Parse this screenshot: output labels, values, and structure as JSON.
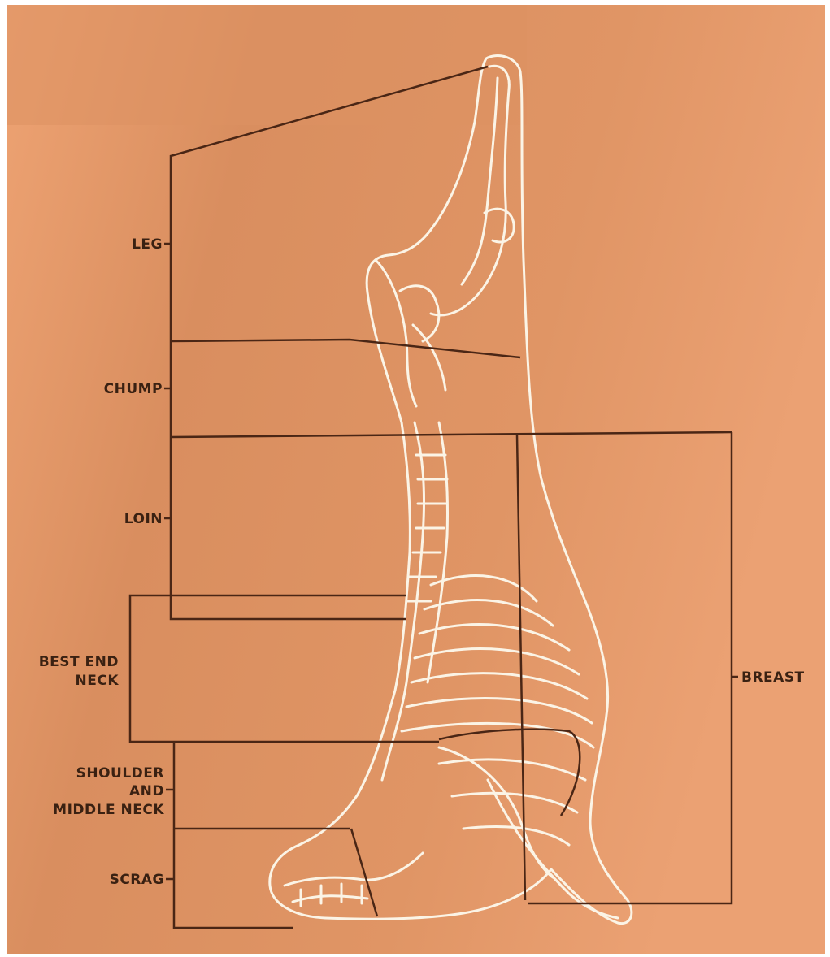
{
  "colors": {
    "background": "#e19463",
    "background_light": "#eda476",
    "background_dark": "#c9805a",
    "guide_line": "#4a2615",
    "skeleton_outline": "#fbf4e6"
  },
  "labels": {
    "leg": "LEG",
    "chump": "CHUMP",
    "loin": "LOIN",
    "best_end_neck_line1": "BEST END",
    "best_end_neck_line2": "NECK",
    "shoulder_line1": "SHOULDER",
    "shoulder_line2": "AND",
    "shoulder_line3": "MIDDLE NECK",
    "scrag": "SCRAG",
    "breast": "BREAST"
  }
}
